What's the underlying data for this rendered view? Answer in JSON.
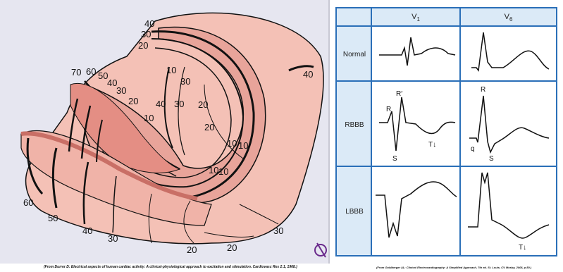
{
  "heart_map": {
    "labels": [
      "40",
      "30",
      "20",
      "10",
      "10",
      "10",
      "40",
      "30",
      "20",
      "10",
      "70",
      "60",
      "50",
      "40",
      "30",
      "20",
      "10",
      "40",
      "30",
      "20",
      "10",
      "60",
      "50",
      "40",
      "30",
      "20",
      "20",
      "30"
    ]
  },
  "left_caption": "(From Durrer D: Electrical aspects of human cardiac activity: A clinical-physiological approach to excitation and stimulation. Cardiovasc Res 2:1, 1968.)",
  "ecg_table": {
    "columns": [
      "V",
      "V"
    ],
    "column_subscripts": [
      "1",
      "6"
    ],
    "rows": [
      "Normal",
      "RBBB",
      "LBBB"
    ],
    "wave_labels": {
      "rbbb_v1": [
        "R",
        "R′",
        "S",
        "T↓"
      ],
      "rbbb_v6": [
        "R",
        "q",
        "S"
      ],
      "lbbb_v6": [
        "T↓"
      ]
    }
  },
  "right_caption": "(From Goldberger AL: Clinical Electrocardiography: A Simplified Approach, 7th ed. St. Louis, CV Mosby, 2006, p 80.)",
  "colors": {
    "tissue": "#f4c1b6",
    "septum": "#e48e84",
    "table_border": "#2a6fb8",
    "table_header": "#dbeaf7"
  }
}
